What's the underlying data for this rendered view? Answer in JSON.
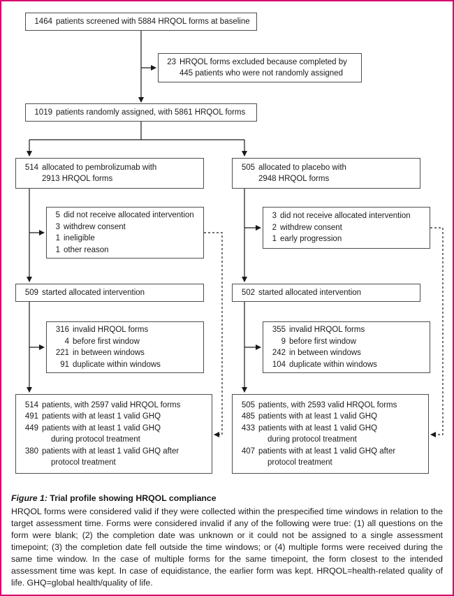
{
  "accent_color": "#d6006d",
  "box_border_color": "#4d4d4d",
  "flow": {
    "screened": {
      "lines": [
        {
          "n": "1464",
          "t": "patients screened with 5884 HRQOL forms at baseline"
        }
      ]
    },
    "excluded": {
      "lines": [
        {
          "n": "23",
          "t": "HRQOL forms excluded because completed by"
        },
        {
          "n": "",
          "t": "445 patients who were not randomly assigned"
        }
      ]
    },
    "randomized": {
      "lines": [
        {
          "n": "1019",
          "t": "patients randomly assigned, with 5861 HRQOL forms"
        }
      ]
    },
    "allocPembro": {
      "lines": [
        {
          "n": "514",
          "t": "allocated to pembrolizumab with"
        },
        {
          "n": "",
          "t": "2913 HRQOL forms"
        }
      ]
    },
    "allocPlacebo": {
      "lines": [
        {
          "n": "505",
          "t": "allocated to placebo with"
        },
        {
          "n": "",
          "t": "2948 HRQOL forms"
        }
      ]
    },
    "dnrPembro": {
      "lines": [
        {
          "n": "5",
          "t": "did not receive allocated intervention"
        },
        {
          "n": "3",
          "t": "withdrew consent"
        },
        {
          "n": "1",
          "t": "ineligible"
        },
        {
          "n": "1",
          "t": "other reason"
        }
      ]
    },
    "dnrPlacebo": {
      "lines": [
        {
          "n": "3",
          "t": "did not receive allocated intervention"
        },
        {
          "n": "2",
          "t": "withdrew consent"
        },
        {
          "n": "1",
          "t": "early progression"
        }
      ]
    },
    "startedPembro": {
      "lines": [
        {
          "n": "509",
          "t": "started allocated intervention"
        }
      ]
    },
    "startedPlacebo": {
      "lines": [
        {
          "n": "502",
          "t": "started allocated intervention"
        }
      ]
    },
    "invalidPembro": {
      "lines": [
        {
          "n": "316",
          "t": "invalid HRQOL forms"
        },
        {
          "n": "4",
          "t": "before first window"
        },
        {
          "n": "221",
          "t": "in between windows"
        },
        {
          "n": "91",
          "t": "duplicate within windows"
        }
      ]
    },
    "invalidPlacebo": {
      "lines": [
        {
          "n": "355",
          "t": "invalid HRQOL forms"
        },
        {
          "n": "9",
          "t": "before first window"
        },
        {
          "n": "242",
          "t": "in between windows"
        },
        {
          "n": "104",
          "t": "duplicate within windows"
        }
      ]
    },
    "validPembro": {
      "lines": [
        {
          "n": "514",
          "t": "patients, with 2597 valid HRQOL forms"
        },
        {
          "n": "491",
          "t": "patients with at least 1 valid GHQ"
        },
        {
          "n": "449",
          "t": "patients with at least 1 valid GHQ"
        },
        {
          "n": "",
          "t": "during protocol treatment"
        },
        {
          "n": "380",
          "t": "patients with at least 1 valid GHQ after"
        },
        {
          "n": "",
          "t": "protocol treatment"
        }
      ]
    },
    "validPlacebo": {
      "lines": [
        {
          "n": "505",
          "t": "patients, with 2593 valid HRQOL forms"
        },
        {
          "n": "485",
          "t": "patients with at least 1 valid GHQ"
        },
        {
          "n": "433",
          "t": "patients with at least 1 valid GHQ"
        },
        {
          "n": "",
          "t": "during protocol treatment"
        },
        {
          "n": "407",
          "t": "patients with at least 1 valid GHQ after"
        },
        {
          "n": "",
          "t": "protocol treatment"
        }
      ]
    }
  },
  "caption": {
    "label": "Figure 1:",
    "title": "Trial profile showing HRQOL compliance",
    "body": "HRQOL forms were considered valid if they were collected within the prespecified time windows in relation to the target assessment time. Forms were considered invalid if any of the following were true: (1) all questions on the form were blank; (2) the completion date was unknown or it could not be assigned to a single assessment timepoint; (3) the completion date fell outside the time windows; or (4) multiple forms were received during the same time window. In the case of multiple forms for the same timepoint, the form closest to the intended assessment time was kept. In case of equidistance, the earlier form was kept. HRQOL=health-related quality of life. GHQ=global health/quality of life."
  }
}
